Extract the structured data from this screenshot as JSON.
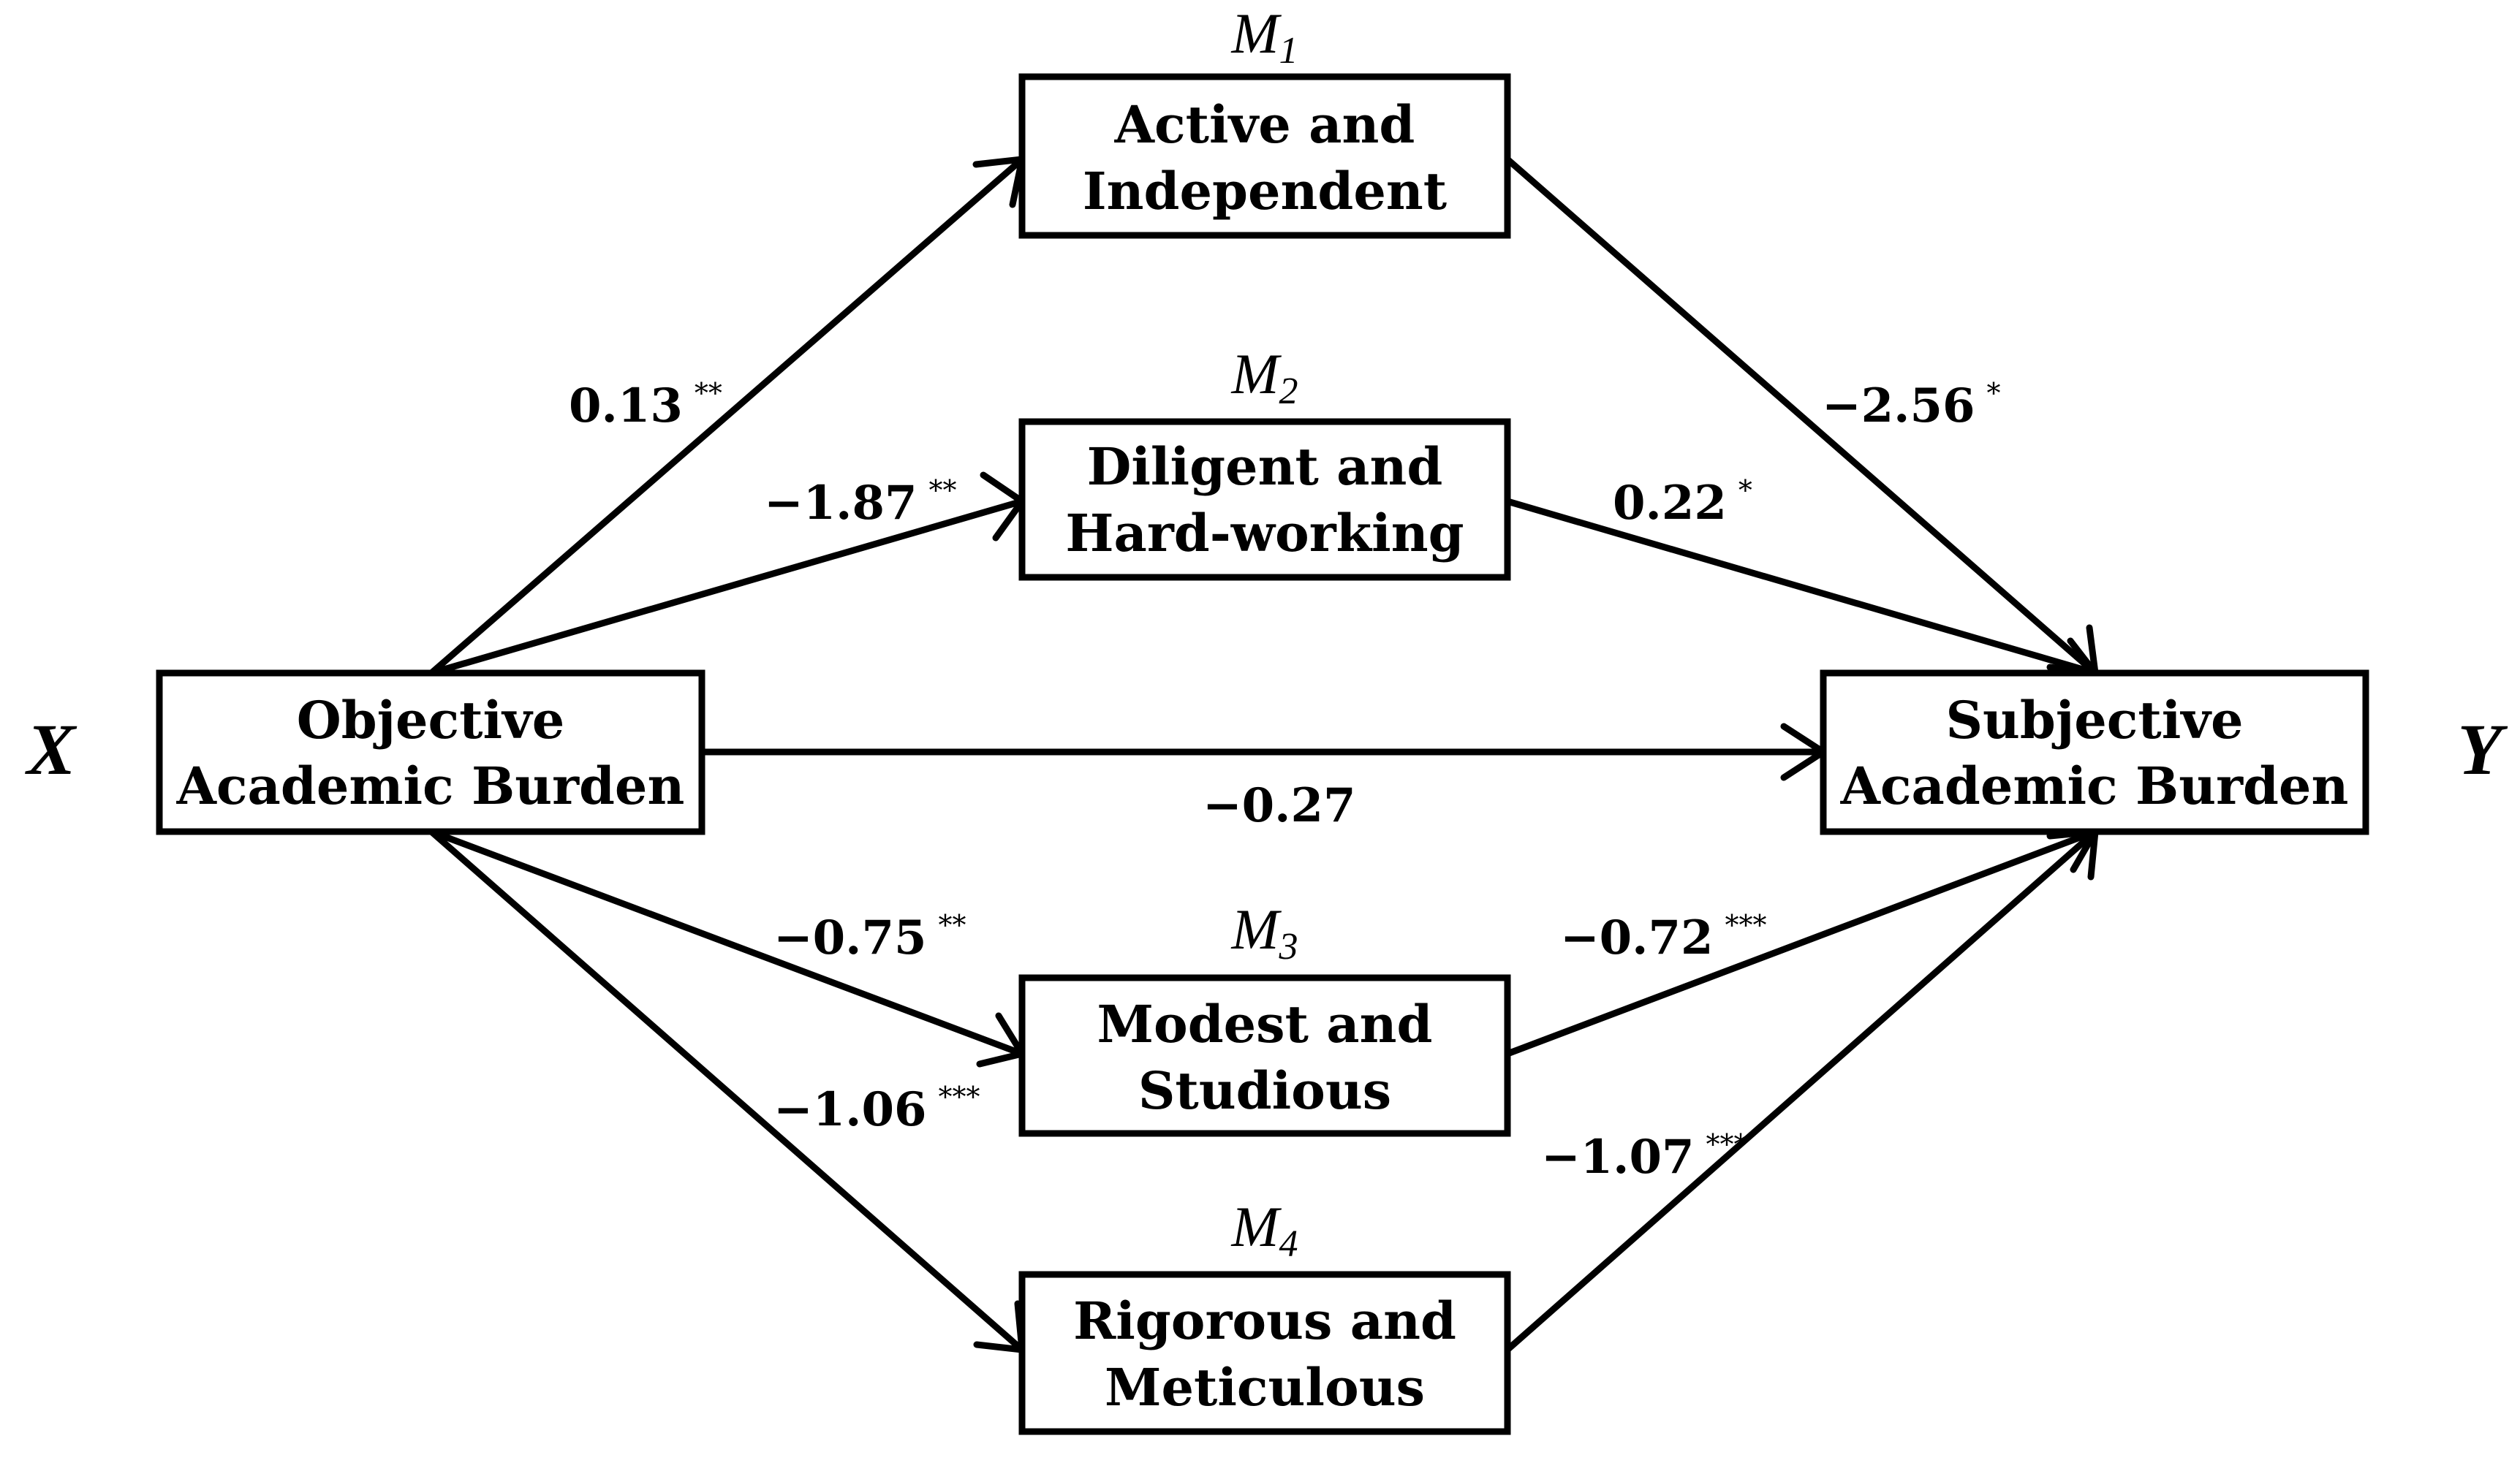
{
  "variables": {
    "x_label": "X",
    "y_label": "Y"
  },
  "nodes": {
    "x": {
      "line1": "Objective",
      "line2": "Academic Burden"
    },
    "y": {
      "line1": "Subjective",
      "line2": "Academic Burden"
    },
    "m1": {
      "symbol": "M",
      "index": "1",
      "line1": "Active and",
      "line2": "Independent"
    },
    "m2": {
      "symbol": "M",
      "index": "2",
      "line1": "Diligent and",
      "line2": "Hard-working"
    },
    "m3": {
      "symbol": "M",
      "index": "3",
      "line1": "Modest and",
      "line2": "Studious"
    },
    "m4": {
      "symbol": "M",
      "index": "4",
      "line1": "Rigorous and",
      "line2": "Meticulous"
    }
  },
  "paths": {
    "x_m1": {
      "value": "0.13",
      "sig": "**"
    },
    "x_m2": {
      "value": "−1.87",
      "sig": "**"
    },
    "x_m3": {
      "value": "−0.75",
      "sig": "**"
    },
    "x_m4": {
      "value": "−1.06",
      "sig": "***"
    },
    "m1_y": {
      "value": "−2.56",
      "sig": "*"
    },
    "m2_y": {
      "value": "0.22",
      "sig": "*"
    },
    "m3_y": {
      "value": "−0.72",
      "sig": "***"
    },
    "m4_y": {
      "value": "−1.07",
      "sig": "***"
    },
    "x_y": {
      "value": "−0.27",
      "sig": ""
    }
  }
}
